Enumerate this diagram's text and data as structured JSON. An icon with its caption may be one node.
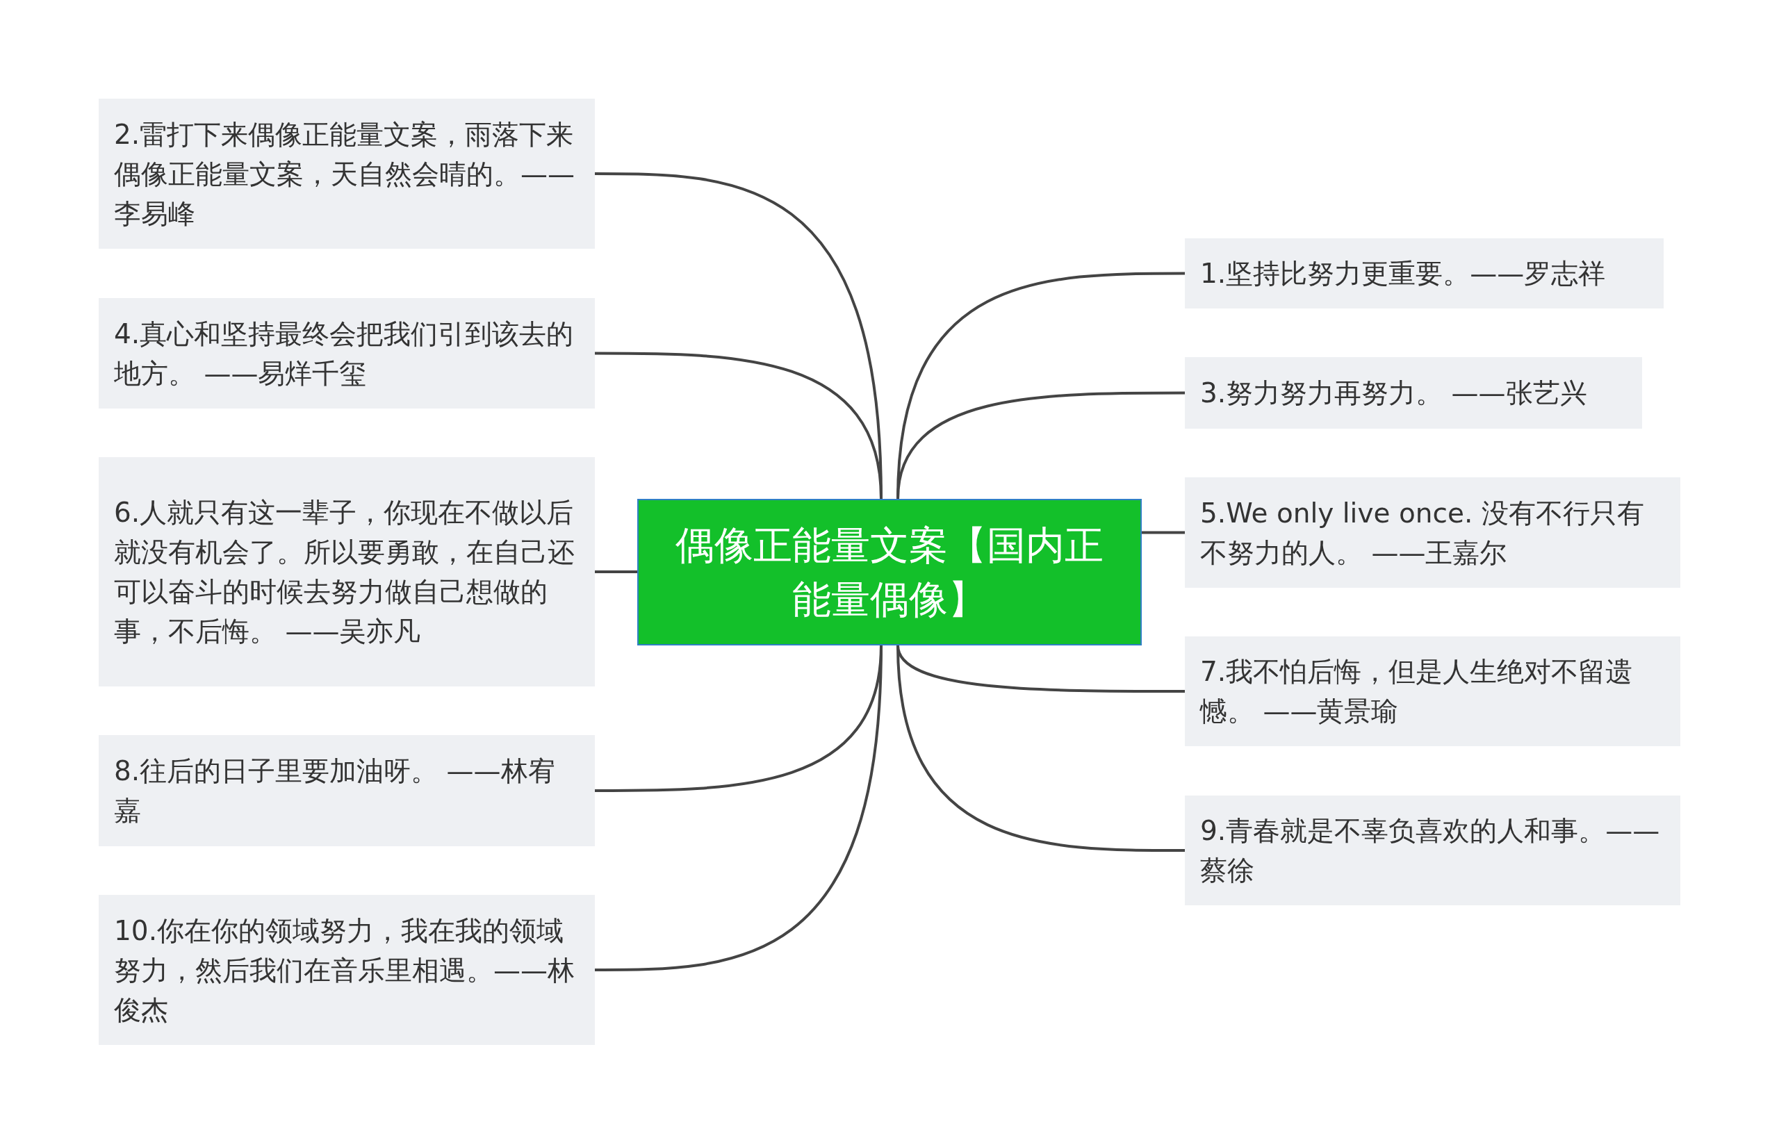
{
  "diagram": {
    "nodes": [
      {
        "text": [
          "偶像正能量文案【国内正能量偶像】"
        ]
      },
      {
        "text": [
          "1.坚持比努力更重要。——罗志祥"
        ]
      },
      {
        "text": [
          "2.雷打下来偶像正能量文案，雨落下来偶像正能量文案，天自然会晴的。——李易峰"
        ]
      },
      {
        "text": [
          "3.努力努力再努力。 ——张艺兴"
        ]
      },
      {
        "text": [
          "4.真心和坚持最终会把我们引到该去的地方。 ——易烊千玺"
        ]
      },
      {
        "text": [
          "5.We only live once. 没有不行只有不努力的人。 ——王嘉尔"
        ]
      },
      {
        "text": [
          "6.人就只有这一辈子，你现在不做以后就没有机会了。所以要勇敢，在自己还可以奋斗的时候去努力做自己想做的事，不后悔。 ——吴亦凡"
        ]
      },
      {
        "text": [
          "7.我不怕后悔，但是人生绝对不留遗憾。 ——黄景瑜"
        ]
      },
      {
        "text": [
          "8.往后的日子里要加油呀。 ——林宥嘉"
        ]
      },
      {
        "text": [
          "9.青春就是不辜负喜欢的人和事。——蔡徐"
        ]
      },
      {
        "text": [
          "10.你在你的领域努力，我在我的领域努力，然后我们在音乐里相遇。——林俊杰"
        ]
      }
    ],
    "edges": [
      {
        "from": 0,
        "to": 1,
        "arrow": "none"
      },
      {
        "from": 0,
        "to": 2,
        "arrow": "none"
      },
      {
        "from": 0,
        "to": 3,
        "arrow": "none"
      },
      {
        "from": 0,
        "to": 4,
        "arrow": "none"
      },
      {
        "from": 0,
        "to": 5,
        "arrow": "none"
      },
      {
        "from": 0,
        "to": 6,
        "arrow": "none"
      },
      {
        "from": 0,
        "to": 7,
        "arrow": "none"
      },
      {
        "from": 0,
        "to": 8,
        "arrow": "none"
      },
      {
        "from": 0,
        "to": 9,
        "arrow": "none"
      },
      {
        "from": 0,
        "to": 10,
        "arrow": "none"
      }
    ]
  }
}
